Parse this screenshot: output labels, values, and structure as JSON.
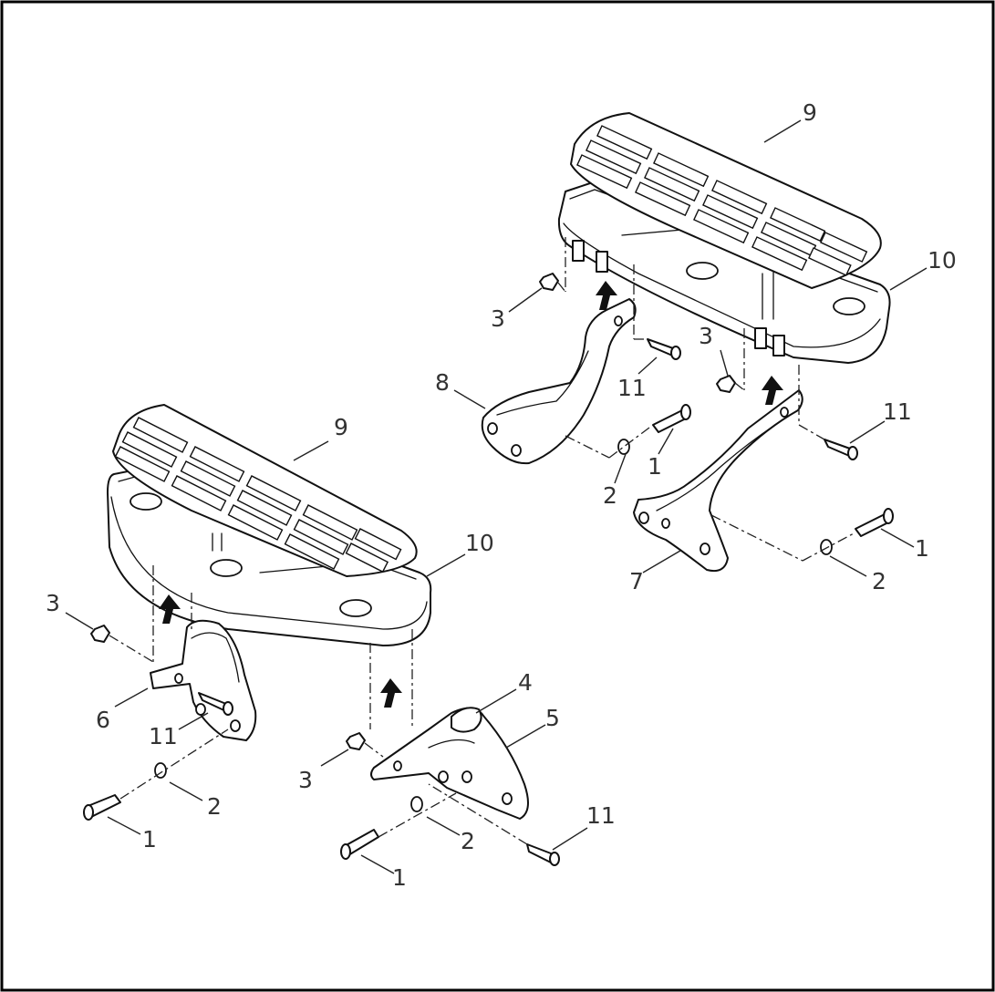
{
  "diagram": {
    "callouts": {
      "c1": "1",
      "c2": "2",
      "c3": "3",
      "c4": "4",
      "c5": "5",
      "c6": "6",
      "c7": "7",
      "c8": "8",
      "c9": "9",
      "c10": "10",
      "c11": "11"
    },
    "colors": {
      "line": "#111111",
      "label": "#333333",
      "background": "#ffffff"
    }
  }
}
